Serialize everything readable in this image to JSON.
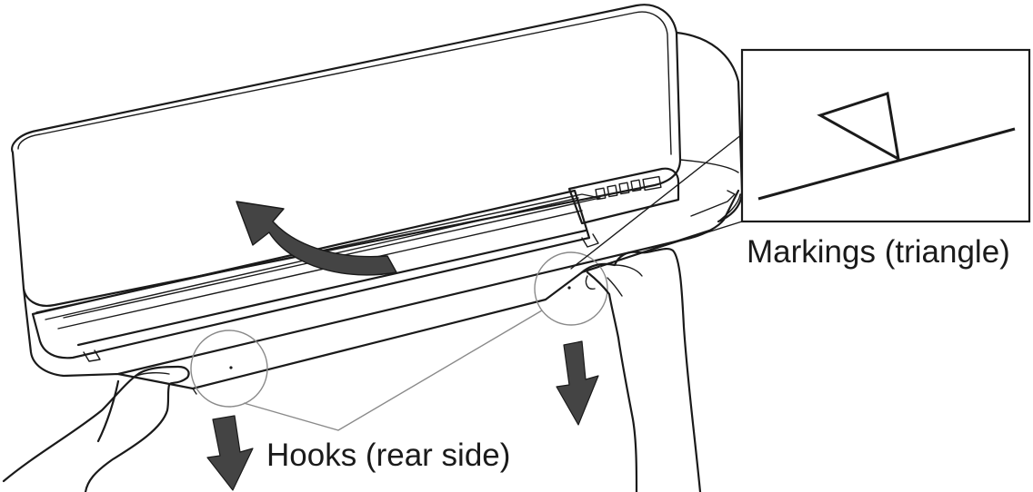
{
  "labels": {
    "markings": "Markings (triangle)",
    "hooks": "Hooks (rear side)"
  },
  "colors": {
    "line": "#1a1a1a",
    "arrow_fill": "#444444",
    "callout_circle": "#8a8a8a",
    "background": "#ffffff"
  },
  "icons": {
    "lift_arrow": "curved-arrow-up-left",
    "pull_arrows": "arrow-down",
    "marking": "triangle-marking"
  }
}
